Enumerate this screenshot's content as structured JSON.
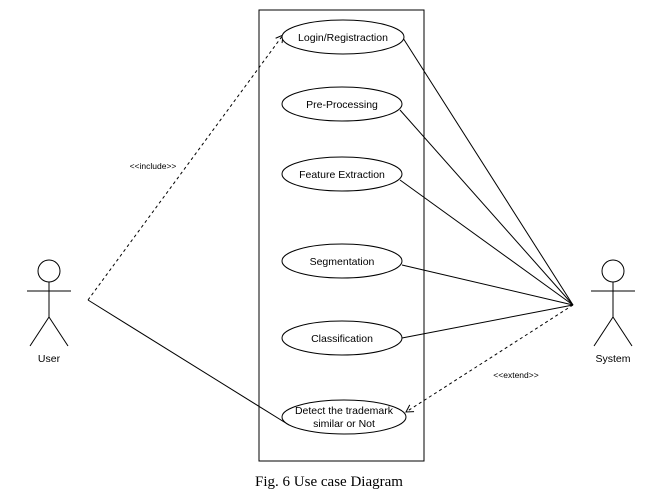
{
  "actors": {
    "user": {
      "label": "User"
    },
    "system": {
      "label": "System"
    }
  },
  "use_cases": [
    {
      "id": "login",
      "label": "Login/Registraction"
    },
    {
      "id": "preprocessing",
      "label": "Pre-Processing"
    },
    {
      "id": "feature_extraction",
      "label": "Feature Extraction"
    },
    {
      "id": "segmentation",
      "label": "Segmentation"
    },
    {
      "id": "classification",
      "label": "Classification"
    },
    {
      "id": "detect",
      "label_line1": "Detect the trademark",
      "label_line2": "similar or Not"
    }
  ],
  "relations": {
    "include_label": "<<include>>",
    "extend_label": "<<extend>>"
  },
  "caption": "Fig. 6 Use case Diagram"
}
